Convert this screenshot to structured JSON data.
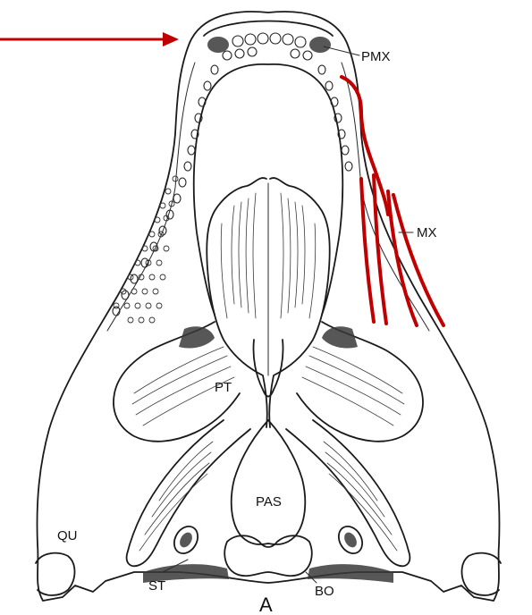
{
  "figure": {
    "labels": {
      "pmx": "PMX",
      "mx": "MX",
      "pt": "PT",
      "pas": "PAS",
      "qu": "QU",
      "st": "ST",
      "bo": "BO",
      "panel": "A"
    },
    "colors": {
      "annotation": "#c00000",
      "ink": "#1a1a1a",
      "background": "#ffffff"
    },
    "annotation_marks": {
      "arrow_count": 1,
      "red_line_count": 5
    }
  }
}
